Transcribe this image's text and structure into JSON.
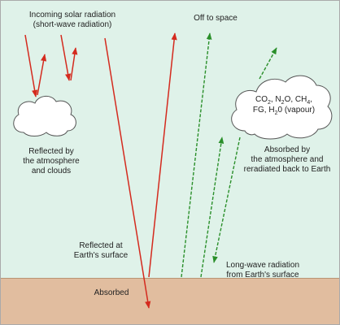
{
  "colors": {
    "sky": "#dff2e9",
    "ground": "#e1bd9f",
    "shortwave_arrow": "#d42a1e",
    "longwave_arrow": "#2a8f2a"
  },
  "labels": {
    "incoming_line1": "Incoming solar radiation",
    "incoming_line2": "(short-wave radiation)",
    "off_to_space": "Off to space",
    "reflected_atm_line1": "Reflected by",
    "reflected_atm_line2": "the atmosphere",
    "reflected_atm_line3": "and clouds",
    "absorbed_atm_line1": "Absorbed by",
    "absorbed_atm_line2": "the atmosphere and",
    "absorbed_atm_line3": "reradiated back to Earth",
    "reflected_surface_line1": "Reflected at",
    "reflected_surface_line2": "Earth's surface",
    "longwave_line1": "Long-wave radiation",
    "longwave_line2": "from Earth's surface",
    "absorbed": "Absorbed"
  },
  "gases": {
    "co": "CO",
    "co_sub": "2",
    "n": ", N",
    "n_sub": "2",
    "o": "O, CH",
    "ch_sub": "4",
    "comma": ",",
    "fg": "FG, H",
    "h_sub": "2",
    "vapour": "0 (vapour)"
  }
}
